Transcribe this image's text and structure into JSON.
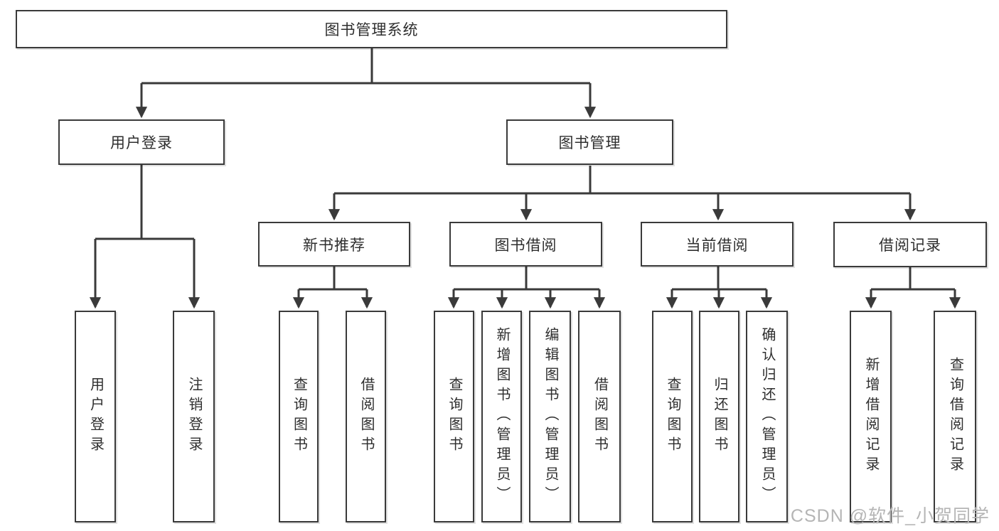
{
  "diagram": {
    "title_node": "图书管理系统",
    "watermark": "CSDN @软件_小贺同学",
    "colors": {
      "line": "#3a3a3a",
      "box_border": "#3a3a3a",
      "text": "#2e2e2e",
      "background": "#ffffff",
      "watermark": "#b5b5b5"
    },
    "nodes": {
      "root": {
        "label": "图书管理系统"
      },
      "branches": [
        {
          "label": "用户登录",
          "leaves": [
            {
              "label": "用户登录"
            },
            {
              "label": "注销登录"
            }
          ]
        },
        {
          "label": "图书管理",
          "groups": [
            {
              "label": "新书推荐",
              "leaves": [
                {
                  "label": "查询图书"
                },
                {
                  "label": "借阅图书"
                }
              ]
            },
            {
              "label": "图书借阅",
              "leaves": [
                {
                  "label": "查询图书"
                },
                {
                  "label": "新增图书（管理员）"
                },
                {
                  "label": "编辑图书（管理员）"
                },
                {
                  "label": "借阅图书"
                }
              ]
            },
            {
              "label": "当前借阅",
              "leaves": [
                {
                  "label": "查询图书"
                },
                {
                  "label": "归还图书"
                },
                {
                  "label": "确认归还（管理员）"
                }
              ]
            },
            {
              "label": "借阅记录",
              "leaves": [
                {
                  "label": "新增借阅记录"
                },
                {
                  "label": "查询借阅记录"
                }
              ]
            }
          ]
        }
      ]
    }
  }
}
